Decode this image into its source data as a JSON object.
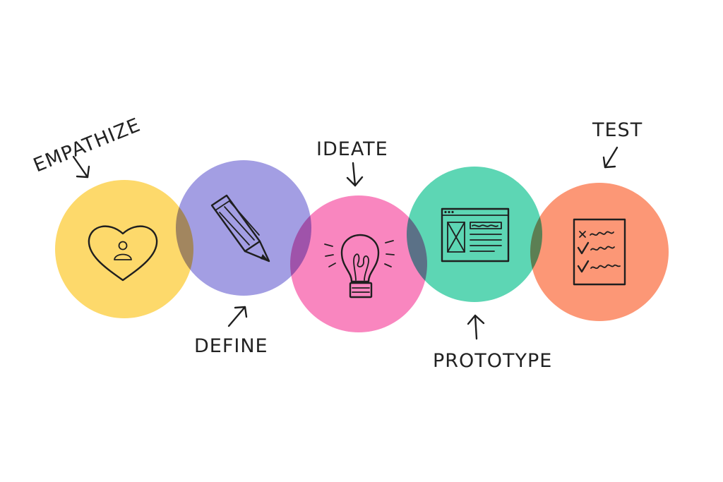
{
  "stages": [
    {
      "id": "empathize",
      "label": "EMPATHIZE",
      "color": "#fdd96b",
      "icon": "heart-user-icon"
    },
    {
      "id": "define",
      "label": "DEFINE",
      "color": "#a39ee3",
      "icon": "pencil-icon"
    },
    {
      "id": "ideate",
      "label": "IDEATE",
      "color": "#f986bf",
      "icon": "lightbulb-icon"
    },
    {
      "id": "prototype",
      "label": "PROTOTYPE",
      "color": "#5dd6b4",
      "icon": "wireframe-window-icon"
    },
    {
      "id": "test",
      "label": "TEST",
      "color": "#fc9776",
      "icon": "checklist-icon"
    }
  ]
}
